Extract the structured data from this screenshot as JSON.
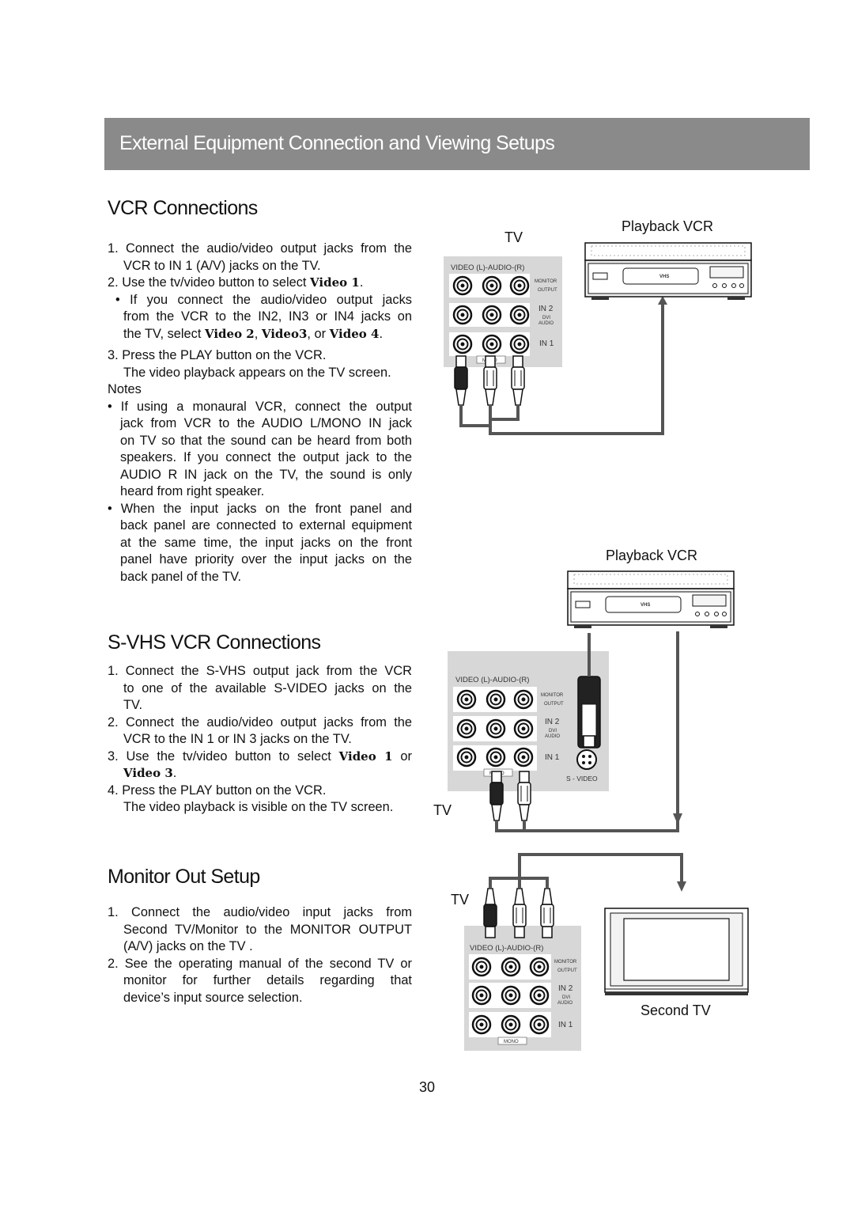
{
  "banner": "External Equipment Connection and Viewing Setups",
  "vcr": {
    "title": "VCR Connections",
    "step1": "1. Connect the audio/video output jacks from the",
    "step1b": "VCR to IN 1 (A/V) jacks on the TV.",
    "step2_pre": "2. Use the tv/video  button to select ",
    "step2_bold": "Video 1",
    "step2_post": ".",
    "bullet1": "• If you connect the audio/video output jacks",
    "bullet1b": "from the VCR to the IN2, IN3 or IN4  jacks on",
    "bullet1c_pre": "the TV, select ",
    "bullet1c_b1": "Video 2",
    "bullet1c_mid1": ", ",
    "bullet1c_b2": "Video3",
    "bullet1c_mid2": ", or ",
    "bullet1c_b3": "Video 4",
    "bullet1c_post": ".",
    "step3": "3. Press the PLAY button on the VCR.",
    "step3b": "The video playback appears  on the TV screen.",
    "notes_heading": "Notes",
    "note1": "• If using a monaural VCR, connect the output",
    "note1b": "jack from VCR to the AUDIO L/MONO IN  jack",
    "note1c": "on TV so that the sound can be heard from both",
    "note1d": "speakers. If you connect the output jack to the",
    "note1e": "AUDIO R IN  jack on the TV, the sound is only",
    "note1f": "heard from right speaker.",
    "note2": "• When the input jacks on the front panel and",
    "note2b": "back panel are connected to external equipment",
    "note2c": "at the same time, the input jacks on the front",
    "note2d": "panel have priority over the input jacks on the",
    "note2e": "back panel of the TV."
  },
  "svhs": {
    "title": "S-VHS VCR Connections",
    "step1": "1. Connect the S-VHS output jack from the VCR",
    "step1b": "to one of the available S-VIDEO jacks on the",
    "step1c": "TV.",
    "step2": "2. Connect the audio/video output jacks from the",
    "step2b": "VCR to the IN 1 or IN 3 jacks on the TV.",
    "step3_pre": "3. Use the tv/video  button to select ",
    "step3_b1": "Video 1",
    "step3_mid": " or",
    "step3_b2": "Video 3",
    "step3_post": ".",
    "step4": "4. Press the PLAY button on the VCR.",
    "step4b": "The video playback is visible on the TV screen."
  },
  "monitor": {
    "title": "Monitor Out Setup",
    "step1": "1. Connect the audio/video input jacks from",
    "step1b": "Second TV/Monitor to the MONITOR OUTPUT",
    "step1c": "(A/V) jacks on the TV .",
    "step2": "2. See the operating manual of the second TV or",
    "step2b": "monitor for further details regarding  that",
    "step2c": "device’s input source selection."
  },
  "diagram": {
    "tv_label": "TV",
    "playback_vcr": "Playback VCR",
    "second_tv": "Second TV",
    "panel_header": "VIDEO (L)-AUDIO-(R)",
    "monitor": "MONITOR",
    "output": "OUTPUT",
    "in2": "IN 2",
    "dvi": "DVI",
    "audio": "AUDIO",
    "in1": "IN 1",
    "mono": "MONO",
    "svideo": "S - VIDEO",
    "vhs_logo": "VHS"
  },
  "page_number": "30"
}
